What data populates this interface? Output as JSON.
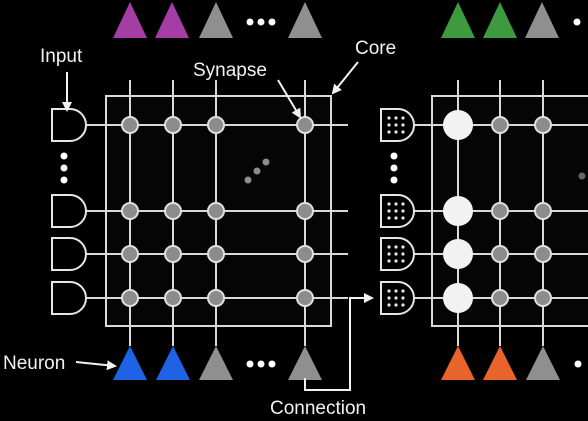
{
  "labels": {
    "input": "Input",
    "core": "Core",
    "synapse": "Synapse",
    "neuron": "Neuron",
    "connection": "Connection"
  },
  "colors": {
    "background": "#000000",
    "line": "#d9d9d9",
    "synapse_fill": "#8c8c8c",
    "synapse_active": "#f2f2f2",
    "neuron_purple": "#a43ea4",
    "neuron_green": "#3e9a3e",
    "neuron_gray": "#8f8f8f",
    "neuron_blue": "#1e63e6",
    "neuron_orange": "#e8642b"
  }
}
